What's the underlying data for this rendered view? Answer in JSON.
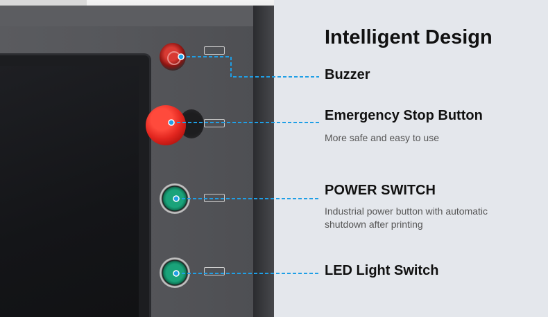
{
  "title": "Intelligent Design",
  "features": [
    {
      "name": "Buzzer",
      "desc": ""
    },
    {
      "name": "Emergency Stop Button",
      "desc": "More safe and easy to use"
    },
    {
      "name": "POWER SWITCH",
      "desc": "Industrial power button with automatic shutdown after printing"
    },
    {
      "name": "LED Light Switch",
      "desc": ""
    }
  ],
  "colors": {
    "callout": "#1f9fe6",
    "text": "#111111",
    "subtext": "#555555",
    "background": "#e4e7ec"
  }
}
